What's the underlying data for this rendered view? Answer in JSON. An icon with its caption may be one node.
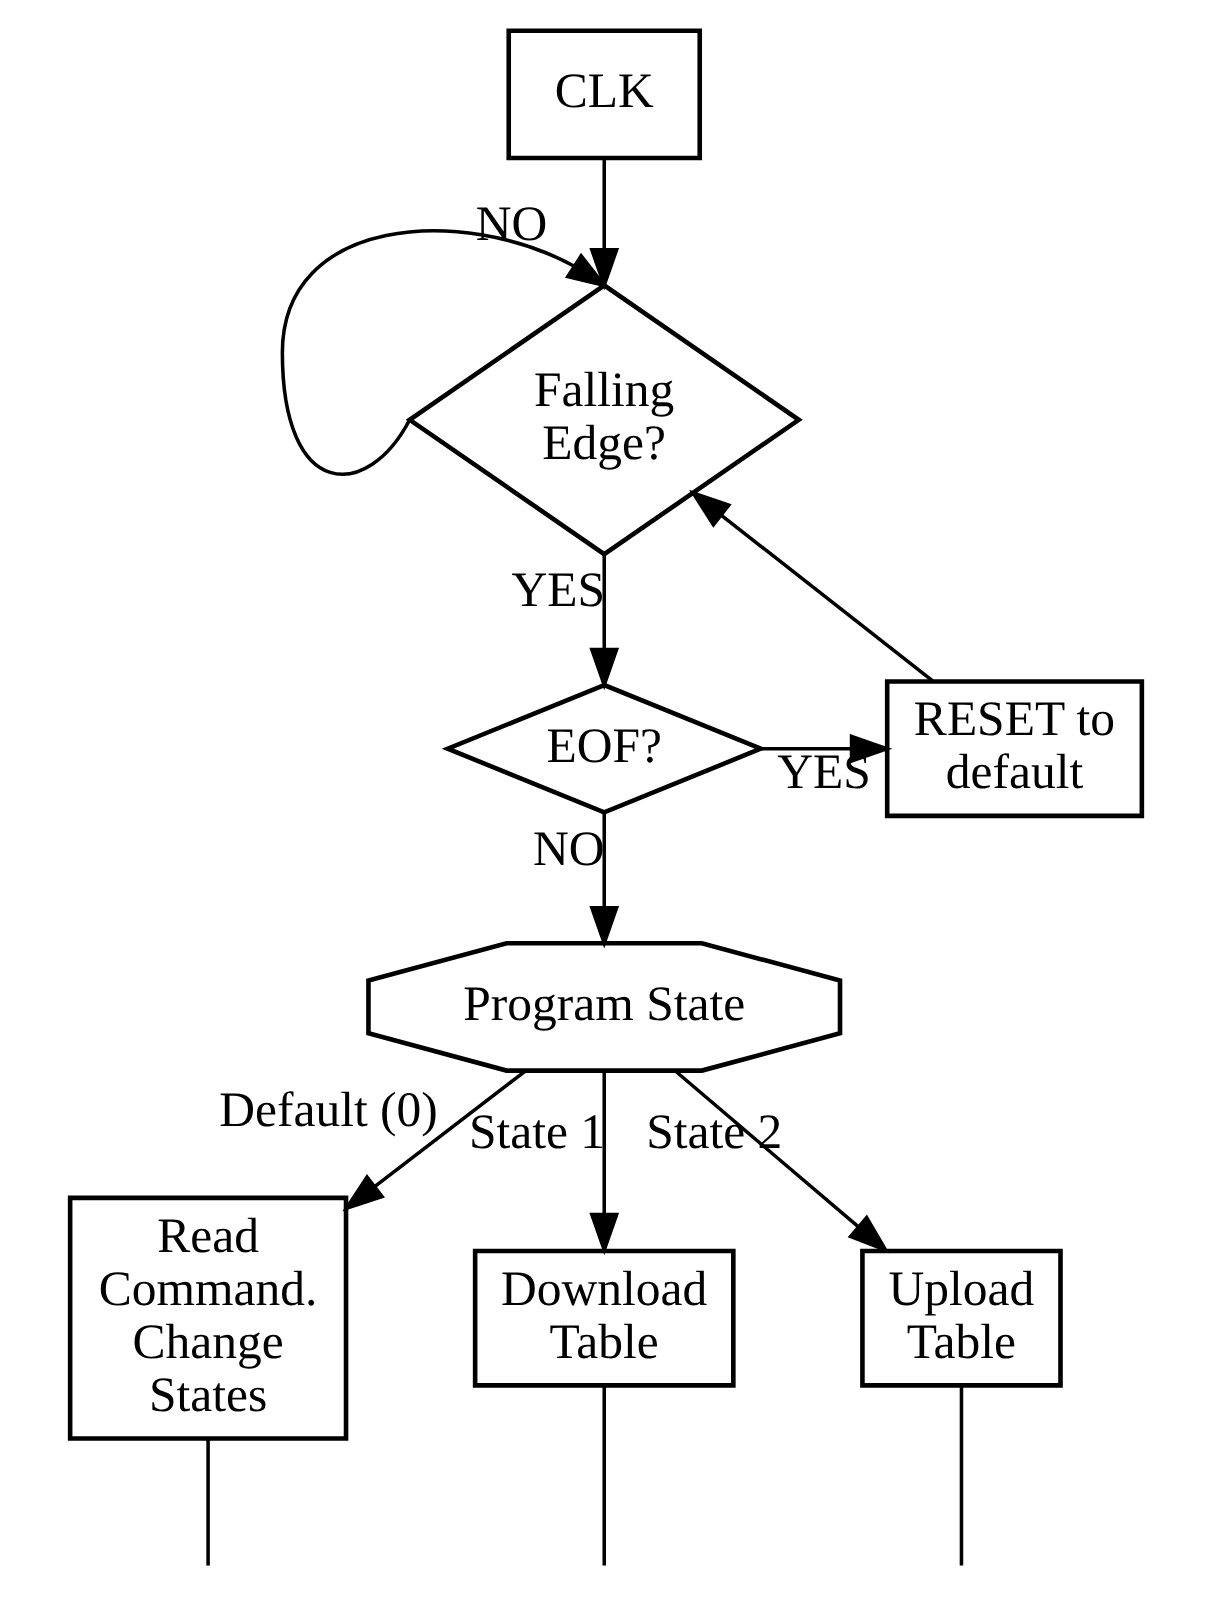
{
  "diagram": {
    "nodes": [
      {
        "text": [
          "CLK"
        ]
      },
      {
        "text": [
          "Falling Edge?"
        ]
      },
      {
        "text": [
          "EOF?"
        ]
      },
      {
        "text": [
          "RESET to default"
        ]
      },
      {
        "text": [
          "Program State"
        ]
      },
      {
        "text": [
          "Read Command. Change States"
        ]
      },
      {
        "text": [
          "Download Table"
        ]
      },
      {
        "text": [
          "Upload Table"
        ]
      }
    ],
    "edges": [
      {
        "from": 0,
        "to": 1,
        "arrow": "to"
      },
      {
        "from": 1,
        "to": 1,
        "arrow": "to",
        "label": "NO"
      },
      {
        "from": 1,
        "to": 2,
        "arrow": "to",
        "label": "YES"
      },
      {
        "from": 2,
        "to": 3,
        "arrow": "to",
        "label": "YES"
      },
      {
        "from": 2,
        "to": 4,
        "arrow": "to",
        "label": "NO"
      },
      {
        "from": 4,
        "to": 5,
        "arrow": "to",
        "label": "Default (0)"
      },
      {
        "from": 4,
        "to": 6,
        "arrow": "to",
        "label": "State 1"
      },
      {
        "from": 4,
        "to": 7,
        "arrow": "to",
        "label": "State 2"
      },
      {
        "from": 3,
        "to": 1,
        "arrow": "to"
      },
      {
        "from": 5,
        "to": null,
        "arrow": "none"
      },
      {
        "from": 6,
        "to": null,
        "arrow": "none"
      },
      {
        "from": 7,
        "to": null,
        "arrow": "none"
      }
    ]
  }
}
